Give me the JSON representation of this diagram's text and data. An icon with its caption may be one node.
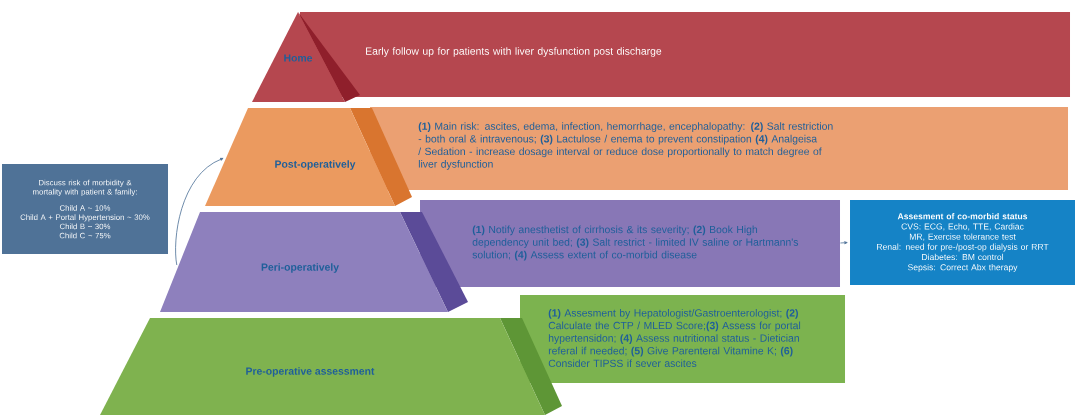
{
  "diagram": {
    "nodes": [
      {
        "text": [
          "Home"
        ]
      },
      {
        "text": [
          "Early follow up for patients with liver dysfunction post discharge"
        ]
      },
      {
        "text": [
          "Post-operatively"
        ]
      },
      {
        "text": [
          "**(1)** Main risk: ascites, edema, infection, hemorrhage, encephalopathy: **(2)** Salt restriction - both oral & intravenous; **(3)** Lactulose / enema to prevent constipation **(4)** Analgeisa / Sedation - increase dosage interval or reduce dose proportionally to match degree of liver dysfunction"
        ]
      },
      {
        "text": [
          "Peri-operatively"
        ]
      },
      {
        "text": [
          "**(1)** Notify anesthetist of cirrhosis & its severity; **(2)** Book High dependency unit bed; **(3)** Salt restrict - limited IV saline or Hartmann's solution; **(4)** Assess extent of co-morbid disease"
        ]
      },
      {
        "text": [
          "Pre-operative assessment"
        ]
      },
      {
        "text": [
          "**(1)** Assesment by Hepatologist/Gastroenterologist; **(2)** Calculate the CTP / MLED Score;**(3)** Assess for portal hypertensidon; **(4)** Assess nutritional status - Dietician referal if needed; **(5)** Give Parenteral Vitamine K; **(6)** Consider TIPSS if sever ascites"
        ]
      },
      {
        "text": [
          "Discuss risk of morbidity & mortality with patient & family:",
          "Child A ~ 10%",
          "Child A + Portal Hypertension ~ 30%",
          "Child B ~ 30%",
          "Child C ~ 75%"
        ]
      },
      {
        "text": [
          "Assesment of co-morbid status",
          "CVS: ECG, Echo, TTE, Cardiac MR, Exercise tolerance test",
          "Renal: need for pre-/post-op dialysis or RRT",
          "Diabetes: BM control",
          "Sepsis: Correct Abx therapy"
        ]
      }
    ],
    "edges": [
      {
        "from": 4,
        "to": 2,
        "arrow": "to"
      },
      {
        "from": 5,
        "to": 9,
        "arrow": "to"
      }
    ]
  }
}
